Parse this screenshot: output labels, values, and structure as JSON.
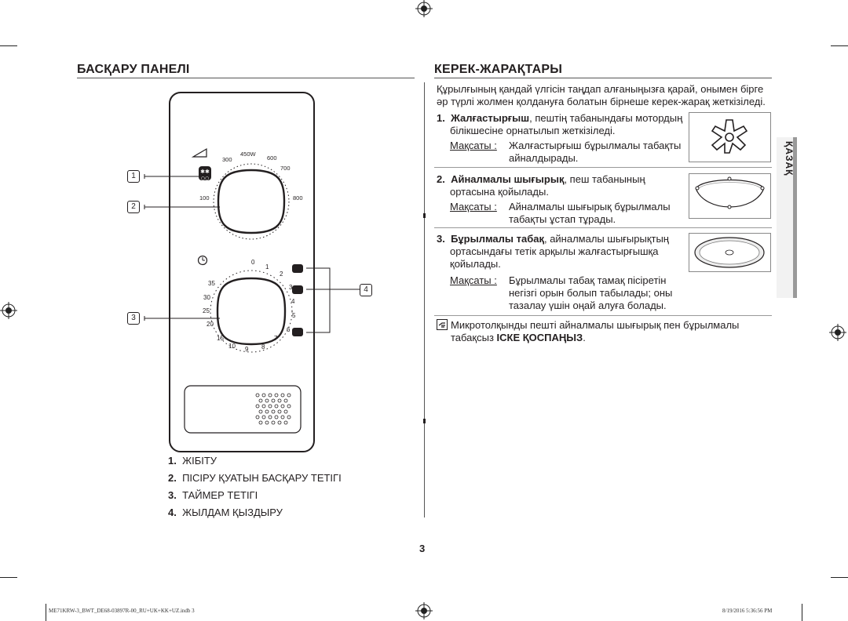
{
  "left": {
    "heading": "БАСҚАРУ ПАНЕЛІ",
    "panel": {
      "power_labels": [
        "300",
        "450W",
        "600",
        "700",
        "100",
        "800"
      ],
      "timer_labels": [
        "0",
        "1",
        "2",
        "3",
        "4",
        "5",
        "6",
        "7",
        "8",
        "9",
        "10",
        "15",
        "20",
        "25",
        "30",
        "35"
      ],
      "callouts": [
        "1",
        "2",
        "3",
        "4"
      ]
    },
    "legend": [
      {
        "num": "1.",
        "text": "ЖІБІТУ"
      },
      {
        "num": "2.",
        "text": "ПІСІРУ ҚУАТЫН БАСҚАРУ ТЕТІГІ"
      },
      {
        "num": "3.",
        "text": "ТАЙМЕР ТЕТІГІ"
      },
      {
        "num": "4.",
        "text": "ЖЫЛДАМ ҚЫЗДЫРУ"
      }
    ]
  },
  "right": {
    "heading": "КЕРЕК-ЖАРАҚТАРЫ",
    "intro_1": "Құрылғының қандай үлгісін таңдап алғаныңызға қарай, онымен бірге",
    "intro_2": "әр түрлі жолмен қолдануға болатын бірнеше керек-жарақ жеткізіледі.",
    "items": [
      {
        "num": "1.",
        "title": "Жалғастырғыш",
        "desc_1": ", пештің табанындағы мотордың",
        "desc_2": "білікшесіне орнатылып жеткізіледі.",
        "purpose_label": "Мақсаты :",
        "purpose_1": "Жалғастырғыш бұрылмалы табақты",
        "purpose_2": "айналдырады."
      },
      {
        "num": "2.",
        "title": "Айналмалы шығырық",
        "desc_1": ", пеш табанының",
        "desc_2": "ортасына қойылады.",
        "purpose_label": "Мақсаты :",
        "purpose_1": "Айналмалы шығырық бұрылмалы",
        "purpose_2": "табақты ұстап тұрады."
      },
      {
        "num": "3.",
        "title": "Бұрылмалы табақ",
        "desc_1": ", айналмалы шығырықтың",
        "desc_2": "ортасындағы тетік арқылы жалғастырғышқа",
        "desc_3": "қойылады.",
        "purpose_label": "Мақсаты :",
        "purpose_1": "Бұрылмалы табақ тамақ пісіретін",
        "purpose_2": "негізгі орын болып табылады; оны",
        "purpose_3": "тазалау үшін оңай алуға болады."
      }
    ],
    "note_1": "Микротолқынды пешті айналмалы шығырық пен бұрылмалы",
    "note_2a": "табақсыз ",
    "note_2b": "ІСКЕ ҚОСПАҢЫЗ",
    "note_2c": "."
  },
  "side_tab": "ҚАЗАҚ",
  "page_number": "3",
  "footer_left": "ME71KRW-3_BWT_DE68-03897R-00_RU+UK+KK+UZ.indb   3",
  "footer_right": "8/19/2016   5:36:56 PM"
}
